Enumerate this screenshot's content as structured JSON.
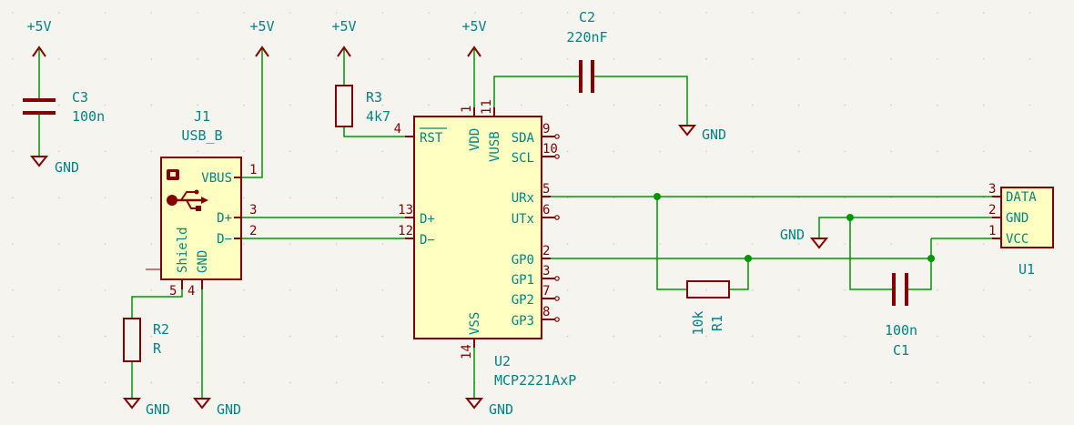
{
  "power": {
    "vcc_label": "+5V",
    "gnd_label": "GND"
  },
  "components": {
    "C3": {
      "ref": "C3",
      "value": "100n"
    },
    "C2": {
      "ref": "C2",
      "value": "220nF"
    },
    "C1": {
      "ref": "C1",
      "value": "100n"
    },
    "R3": {
      "ref": "R3",
      "value": "4k7"
    },
    "R2": {
      "ref": "R2",
      "value": "R"
    },
    "R1": {
      "ref": "R1",
      "value": "10k"
    },
    "J1": {
      "ref": "J1",
      "value": "USB_B",
      "pins": {
        "vbus": "VBUS",
        "dplus": "D+",
        "dminus": "D−",
        "shield": "Shield",
        "gnd": "GND"
      },
      "pin_numbers": {
        "vbus": "1",
        "dplus": "3",
        "dminus": "2",
        "shield": "5",
        "gnd": "4"
      }
    },
    "U2": {
      "ref": "U2",
      "value": "MCP2221AxP",
      "pins": {
        "rst": "RST",
        "dplus": "D+",
        "dminus": "D−",
        "vdd": "VDD",
        "vusb": "VUSB",
        "vss": "VSS",
        "sda": "SDA",
        "scl": "SCL",
        "urx": "URx",
        "utx": "UTx",
        "gp0": "GP0",
        "gp1": "GP1",
        "gp2": "GP2",
        "gp3": "GP3"
      },
      "pin_numbers": {
        "rst": "4",
        "dplus": "13",
        "dminus": "12",
        "vdd": "1",
        "vusb": "11",
        "vss": "14",
        "sda": "9",
        "scl": "10",
        "urx": "5",
        "utx": "6",
        "gp0": "2",
        "gp1": "3",
        "gp2": "7",
        "gp3": "8"
      }
    },
    "U1": {
      "ref": "U1",
      "pins": {
        "data": "DATA",
        "gnd": "GND",
        "vcc": "VCC"
      },
      "pin_numbers": {
        "data": "3",
        "gnd": "2",
        "vcc": "1"
      }
    }
  },
  "colors": {
    "background": "#f5f4ef",
    "wire": "#009600",
    "symbol": "#840000",
    "symbol_fill": "#ffffc2",
    "label": "#008484",
    "grid": "#c8c8c8"
  }
}
